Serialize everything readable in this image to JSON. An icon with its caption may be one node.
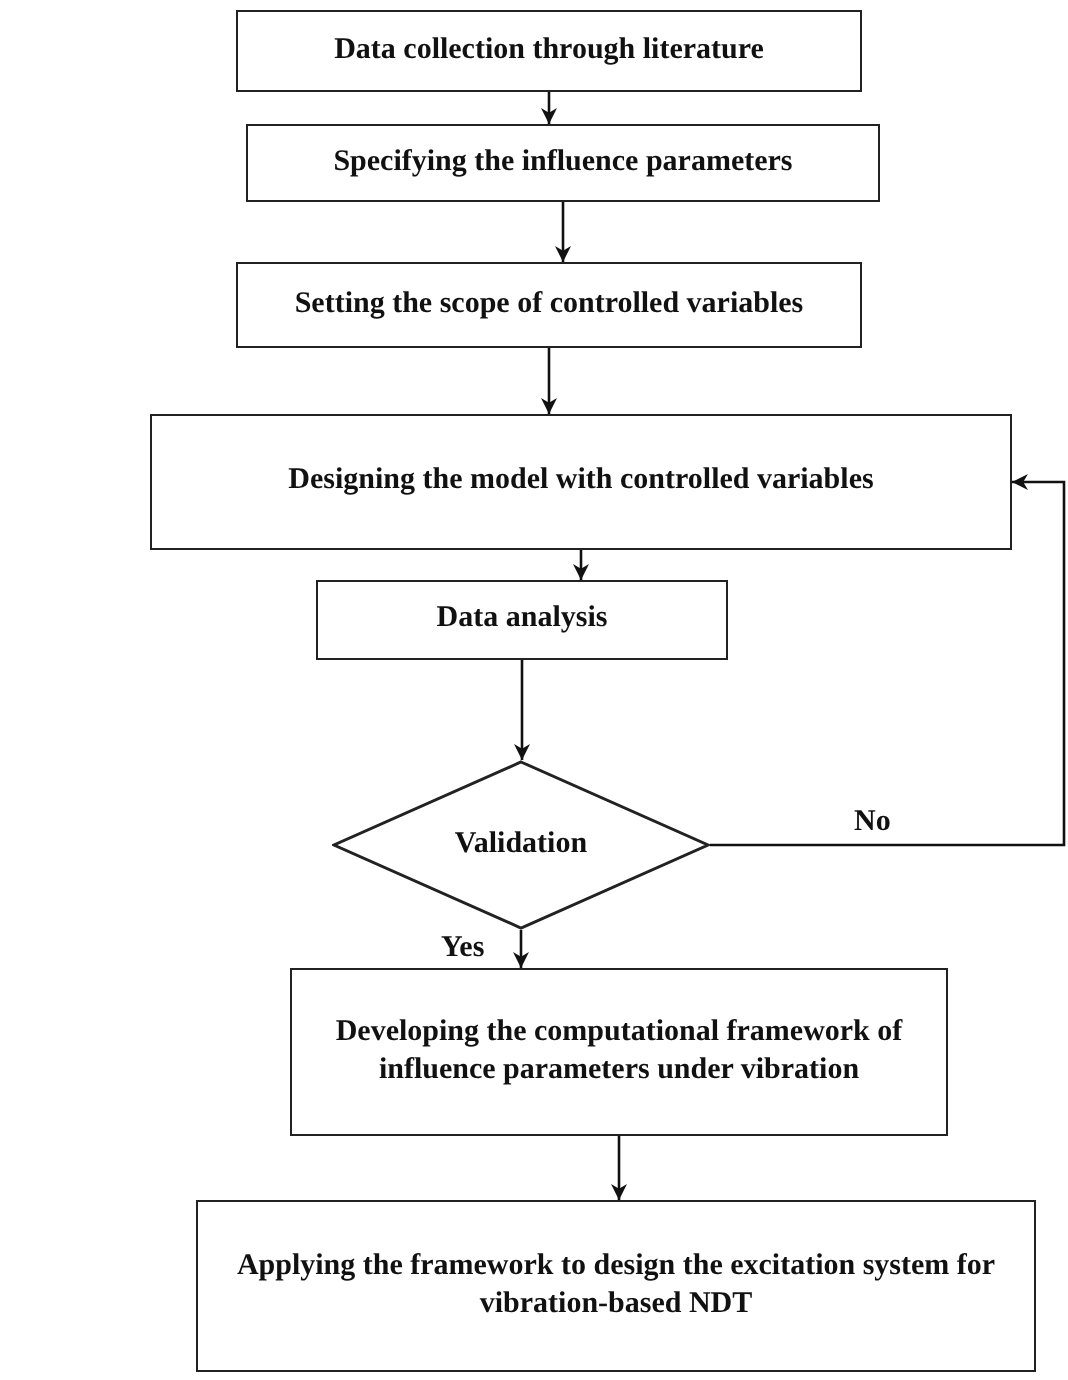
{
  "diagram": {
    "nodes": [
      {
        "text": [
          "Data collection through literature"
        ]
      },
      {
        "text": [
          "Specifying the influence parameters"
        ]
      },
      {
        "text": [
          "Setting the scope of controlled variables"
        ]
      },
      {
        "text": [
          "Designing the model with controlled variables"
        ]
      },
      {
        "text": [
          "Data analysis"
        ]
      },
      {
        "text": [
          "Validation"
        ]
      },
      {
        "text": [
          "Developing the computational framework of influence parameters under vibration"
        ]
      },
      {
        "text": [
          "Applying the framework to design the excitation system for vibration-based NDT"
        ]
      }
    ],
    "edges": [
      {
        "from": 0,
        "to": 1,
        "arrow": "to"
      },
      {
        "from": 1,
        "to": 2,
        "arrow": "to"
      },
      {
        "from": 2,
        "to": 3,
        "arrow": "to"
      },
      {
        "from": 3,
        "to": 4,
        "arrow": "to"
      },
      {
        "from": 4,
        "to": 5,
        "arrow": "to"
      },
      {
        "from": 5,
        "to": 6,
        "label": "Yes",
        "arrow": "to"
      },
      {
        "from": 6,
        "to": 7,
        "arrow": "to"
      },
      {
        "from": 5,
        "to": 3,
        "label": "No",
        "arrow": "to"
      }
    ]
  }
}
